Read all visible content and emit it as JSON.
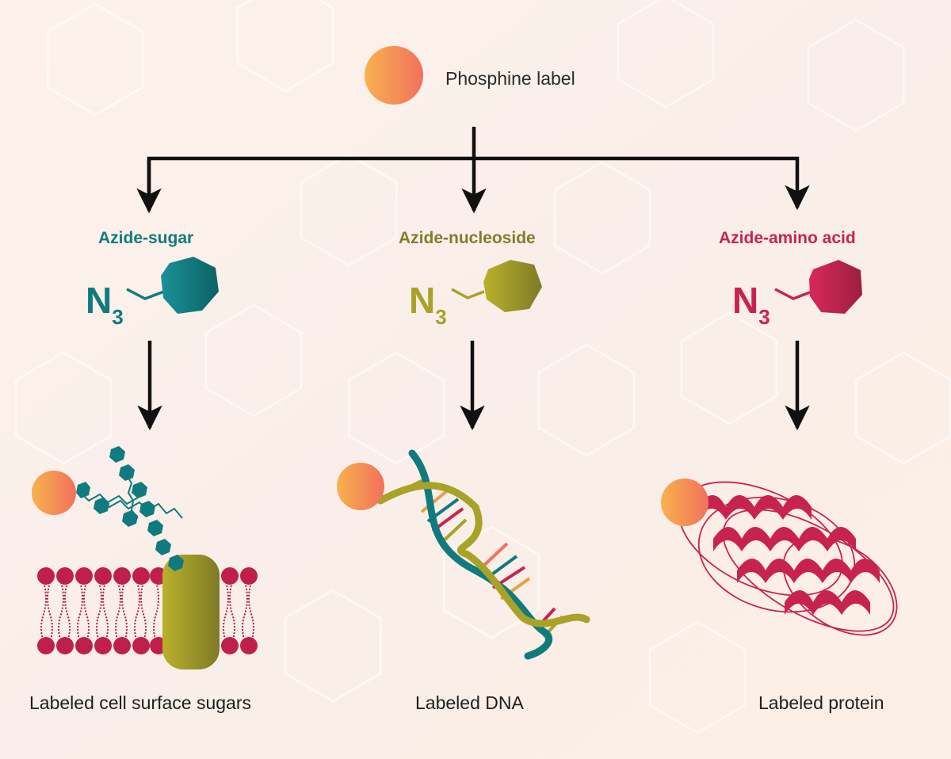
{
  "phosphine_label": "Phosphine label",
  "branches": [
    {
      "title": "Azide-sugar",
      "formula_main": "N",
      "formula_sub": "3",
      "color": "#0f7b7f",
      "caption": "Labeled cell surface sugars"
    },
    {
      "title": "Azide-nucleoside",
      "formula_main": "N",
      "formula_sub": "3",
      "color": "#8a8a26",
      "caption": "Labeled DNA"
    },
    {
      "title": "Azide-amino acid",
      "formula_main": "N",
      "formula_sub": "3",
      "color": "#c8234f",
      "caption": "Labeled protein"
    }
  ],
  "colors": {
    "phosphine_gradient_start": "#f7b24e",
    "phosphine_gradient_end": "#f2735a",
    "teal": "#0f7b7f",
    "olive": "#a8a227",
    "crimson": "#c8234f",
    "membrane": "#c01f4a",
    "protein_transmembrane": "#a9a126",
    "arrow": "#111111"
  }
}
